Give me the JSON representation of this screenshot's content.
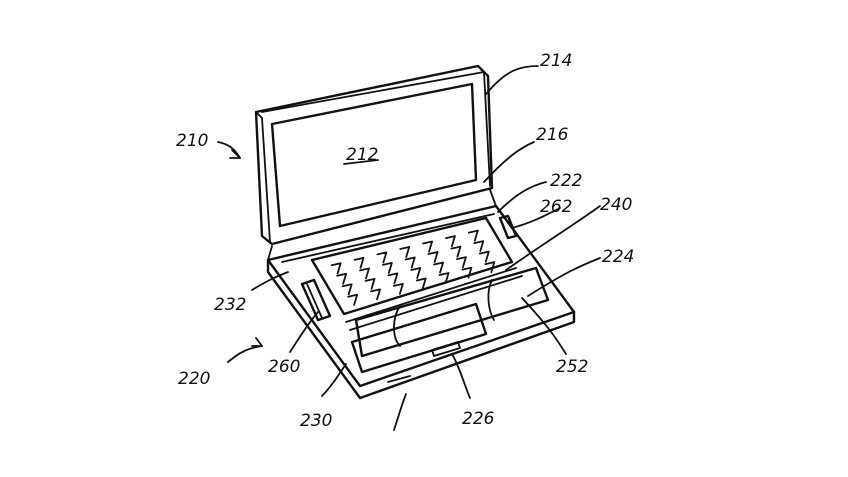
{
  "figure": {
    "reference_numerals": {
      "r210": "210",
      "r212": "212",
      "r214": "214",
      "r216": "216",
      "r222": "222",
      "r262": "262",
      "r240": "240",
      "r224": "224",
      "r232": "232",
      "r260": "260",
      "r220": "220",
      "r252": "252",
      "r230": "230",
      "r226": "226"
    }
  }
}
